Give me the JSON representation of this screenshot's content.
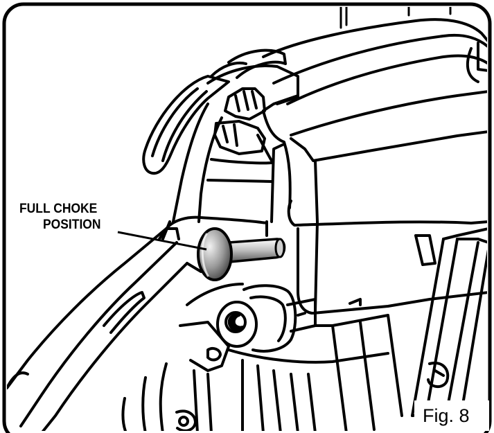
{
  "callout": {
    "line1": "FULL CHOKE",
    "line2": "POSITION"
  },
  "figure": {
    "label": "Fig. 8"
  },
  "colors": {
    "line": "#000000",
    "background": "#ffffff",
    "knob_dark": "#4a4a4a",
    "knob_light": "#e8e8e8"
  }
}
